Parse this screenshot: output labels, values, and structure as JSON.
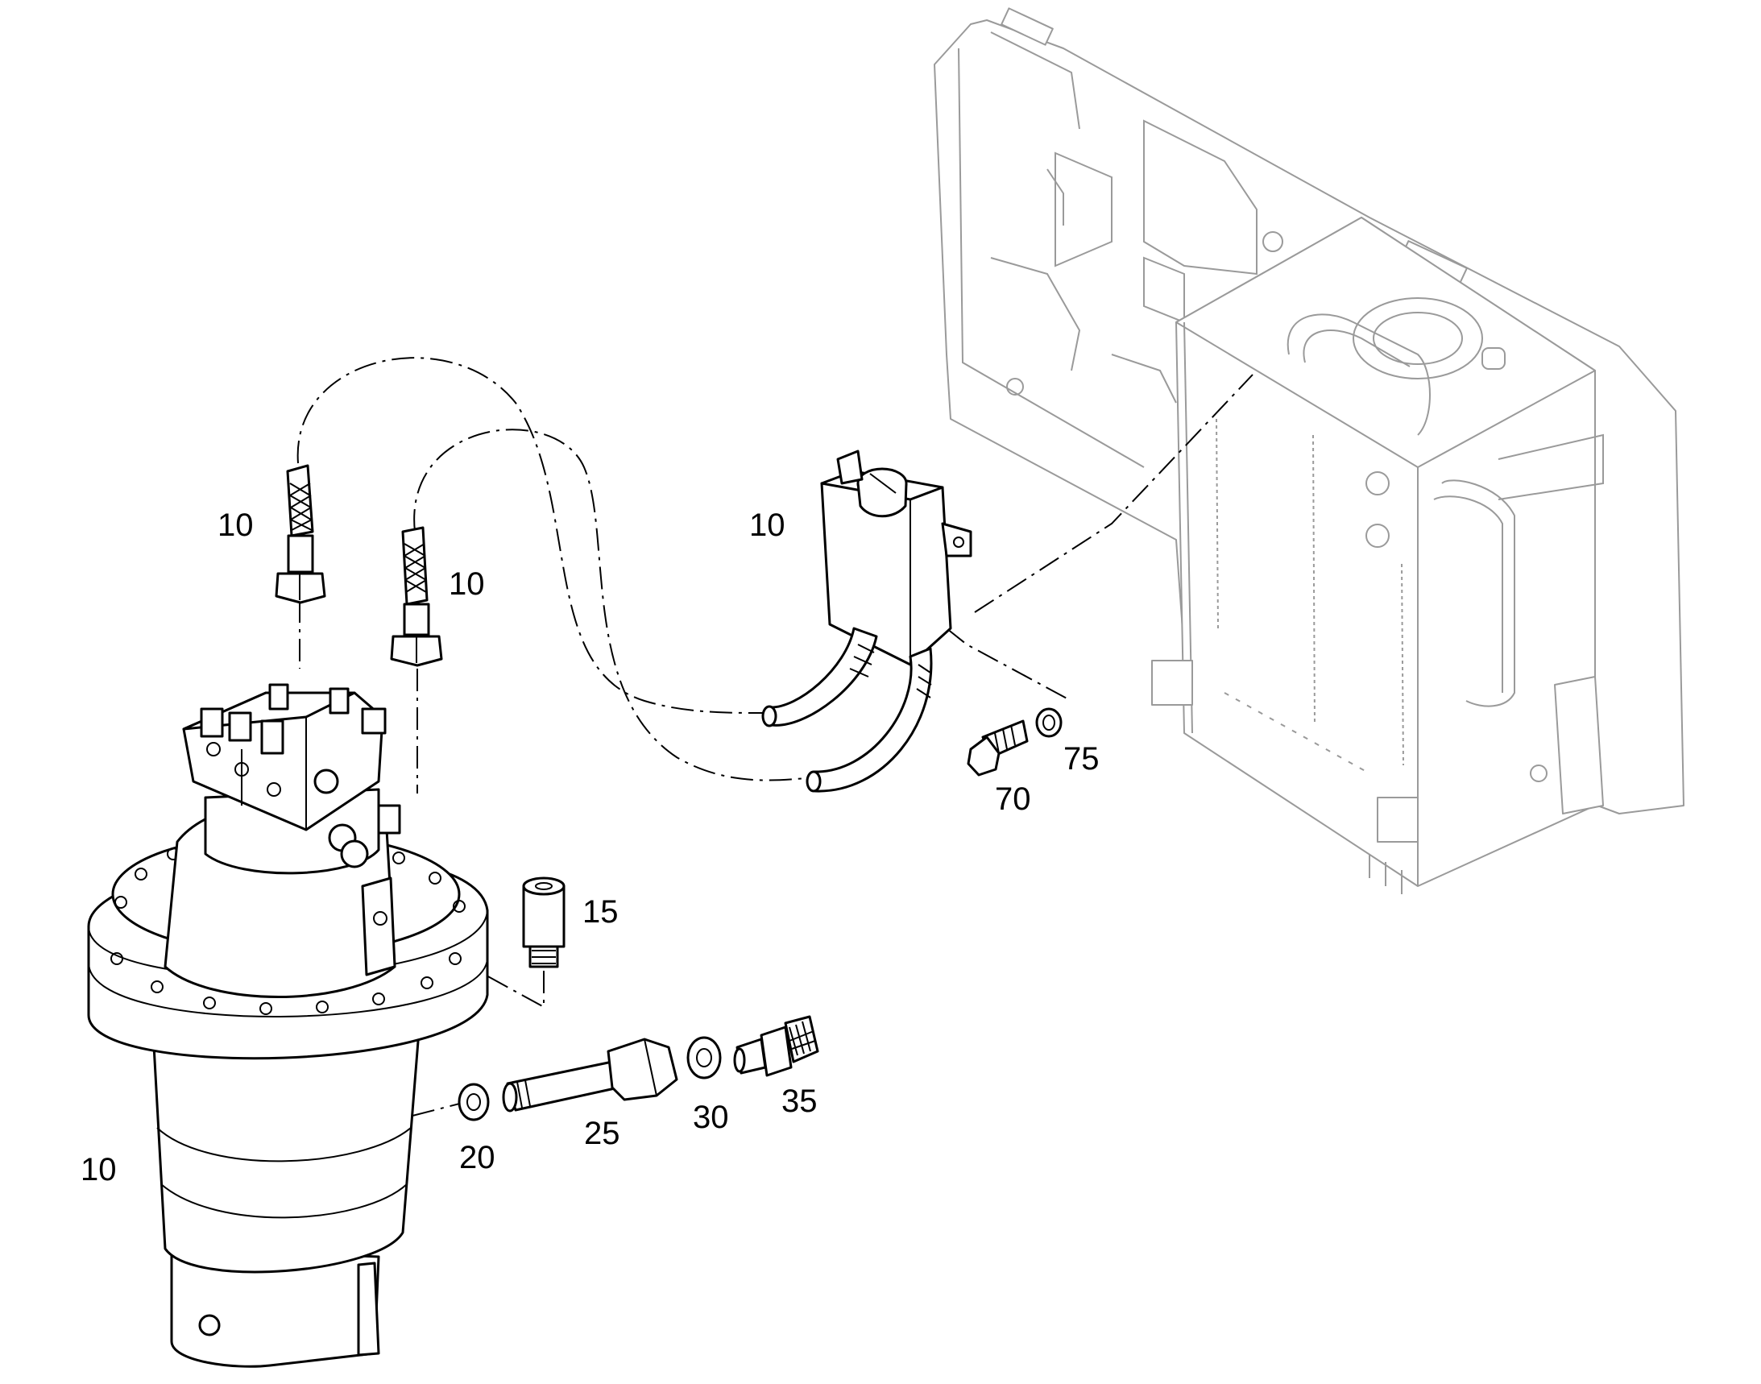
{
  "callouts": [
    {
      "id": "hose-left",
      "text": "10"
    },
    {
      "id": "hose-right",
      "text": "10"
    },
    {
      "id": "valve-block",
      "text": "10"
    },
    {
      "id": "motor",
      "text": "10"
    },
    {
      "id": "screw",
      "text": "15"
    },
    {
      "id": "washer-small",
      "text": "20"
    },
    {
      "id": "pipe-fitting",
      "text": "25"
    },
    {
      "id": "washer-large",
      "text": "30"
    },
    {
      "id": "breather",
      "text": "35"
    },
    {
      "id": "bolt",
      "text": "70"
    },
    {
      "id": "washer-bolt",
      "text": "75"
    }
  ]
}
